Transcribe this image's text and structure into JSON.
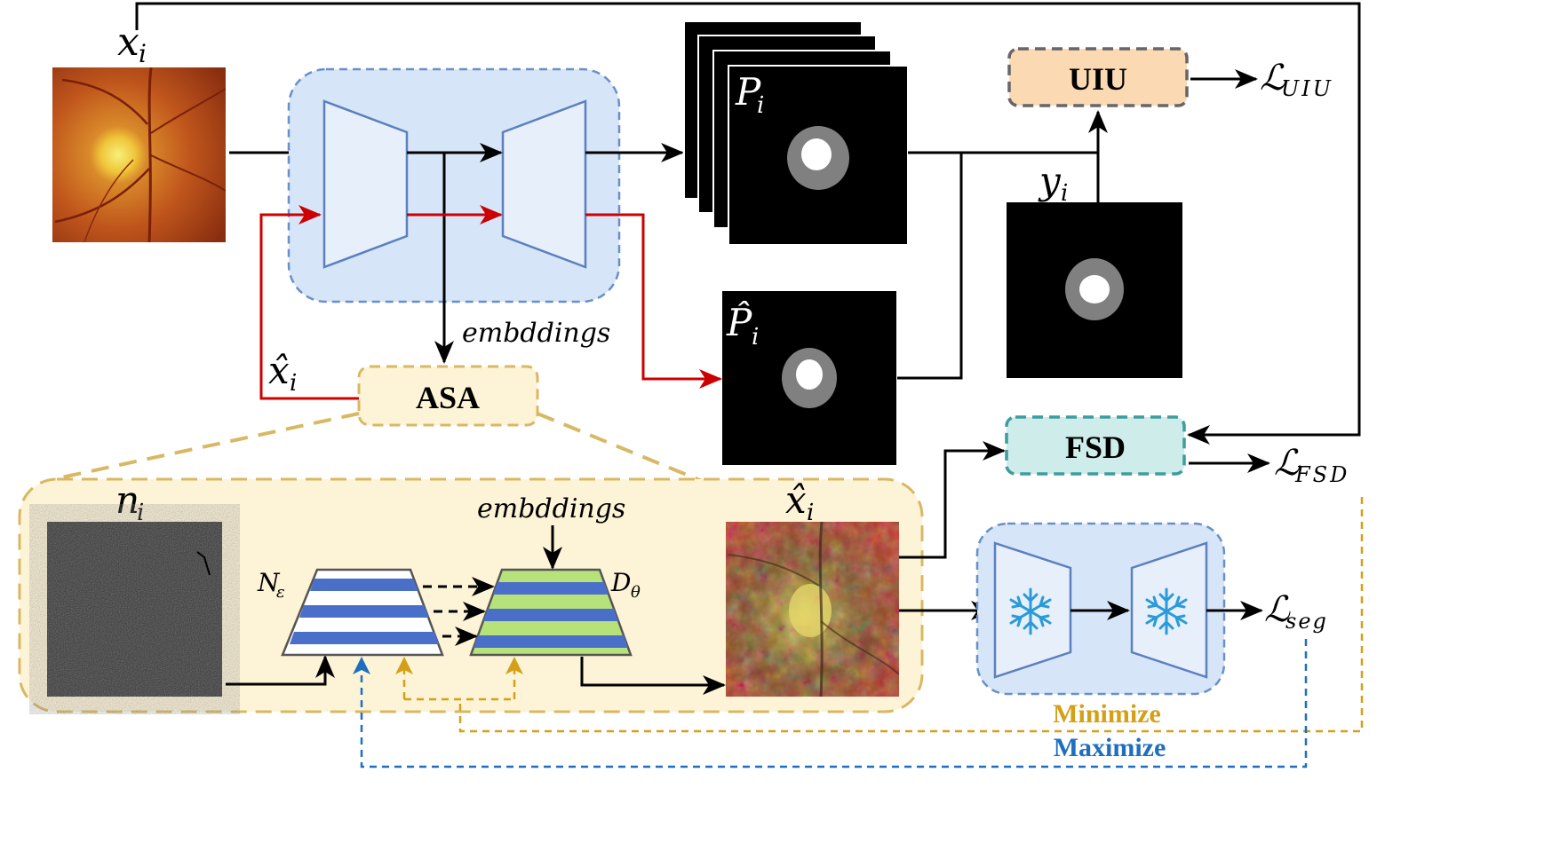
{
  "labels": {
    "x_i": "x",
    "x_i_sub": "i",
    "P_i": "P",
    "P_i_sub": "i",
    "P_hat": "P̂",
    "P_hat_sub": "i",
    "y_i": "y",
    "y_i_sub": "i",
    "x_hat": "x̂",
    "x_hat_sub": "i",
    "x_hat_bottom": "x̂",
    "x_hat_bottom_sub": "i",
    "n_i": "n",
    "n_i_sub": "i",
    "embeddings_top": "embddings",
    "embeddings_bottom": "embddings",
    "N_eps": "N",
    "N_eps_sub": "ε",
    "D_theta": "D",
    "D_theta_sub": "θ"
  },
  "modules": {
    "uiu": "UIU",
    "asa": "ASA",
    "fsd": "FSD"
  },
  "losses": {
    "L_uiu": "ℒ",
    "L_uiu_sub": "UIU",
    "L_fsd": "ℒ",
    "L_fsd_sub": "FSD",
    "L_seg": "ℒ",
    "L_seg_sub": "seg"
  },
  "objectives": {
    "minimize": "Minimize",
    "maximize": "Maximize"
  },
  "colors": {
    "black": "#000000",
    "red": "#cc0000",
    "gold": "#d4a017",
    "blue": "#1f6fc0",
    "net_fill": "#d6e6f8",
    "net_border": "#6a8fc7",
    "asa_fill": "#fdf3d6",
    "asa_border": "#d9b864",
    "uiu_fill": "#fbd9b3",
    "fsd_fill": "#cdecea",
    "fsd_border": "#3d9c9c",
    "stripe_blue": "#4a6fc9",
    "stripe_green": "#b7e27a"
  },
  "icons": {
    "frozen": "snowflake-icon"
  }
}
